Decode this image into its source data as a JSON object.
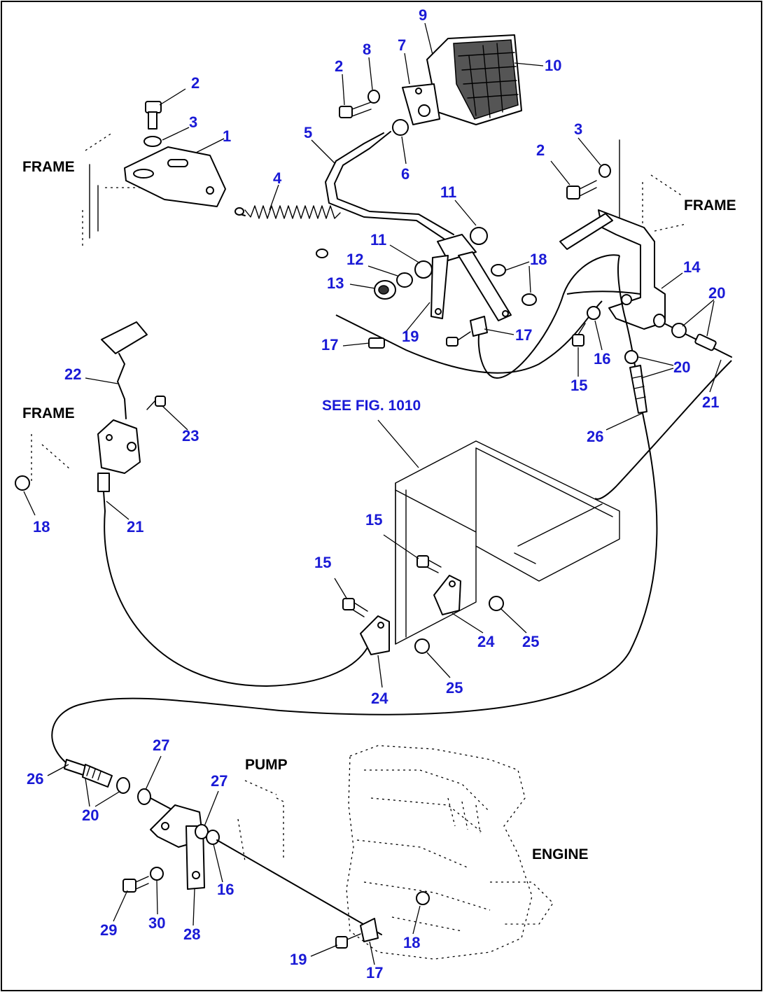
{
  "labels": {
    "frame": "FRAME",
    "pump": "PUMP",
    "engine": "ENGINE",
    "see_fig": "SEE FIG. 1010"
  },
  "callouts": [
    {
      "id": "c1",
      "text": "1"
    },
    {
      "id": "c2a",
      "text": "2"
    },
    {
      "id": "c3a",
      "text": "3"
    },
    {
      "id": "c4",
      "text": "4"
    },
    {
      "id": "c2b",
      "text": "2"
    },
    {
      "id": "c8",
      "text": "8"
    },
    {
      "id": "c7",
      "text": "7"
    },
    {
      "id": "c9",
      "text": "9"
    },
    {
      "id": "c10",
      "text": "10"
    },
    {
      "id": "c5",
      "text": "5"
    },
    {
      "id": "c6",
      "text": "6"
    },
    {
      "id": "c3b",
      "text": "3"
    },
    {
      "id": "c2c",
      "text": "2"
    },
    {
      "id": "c11a",
      "text": "11"
    },
    {
      "id": "c11b",
      "text": "11"
    },
    {
      "id": "c12",
      "text": "12"
    },
    {
      "id": "c13",
      "text": "13"
    },
    {
      "id": "c18a",
      "text": "18"
    },
    {
      "id": "c14",
      "text": "14"
    },
    {
      "id": "c20a",
      "text": "20"
    },
    {
      "id": "c17a",
      "text": "17"
    },
    {
      "id": "c19a",
      "text": "19"
    },
    {
      "id": "c17b",
      "text": "17"
    },
    {
      "id": "c16a",
      "text": "16"
    },
    {
      "id": "c15a",
      "text": "15"
    },
    {
      "id": "c20b",
      "text": "20"
    },
    {
      "id": "c21a",
      "text": "21"
    },
    {
      "id": "c26a",
      "text": "26"
    },
    {
      "id": "c22",
      "text": "22"
    },
    {
      "id": "c23",
      "text": "23"
    },
    {
      "id": "c18b",
      "text": "18"
    },
    {
      "id": "c21b",
      "text": "21"
    },
    {
      "id": "c15b",
      "text": "15"
    },
    {
      "id": "c15c",
      "text": "15"
    },
    {
      "id": "c24a",
      "text": "24"
    },
    {
      "id": "c25a",
      "text": "25"
    },
    {
      "id": "c24b",
      "text": "24"
    },
    {
      "id": "c25b",
      "text": "25"
    },
    {
      "id": "c26b",
      "text": "26"
    },
    {
      "id": "c27a",
      "text": "27"
    },
    {
      "id": "c20c",
      "text": "20"
    },
    {
      "id": "c27b",
      "text": "27"
    },
    {
      "id": "c16b",
      "text": "16"
    },
    {
      "id": "c29",
      "text": "29"
    },
    {
      "id": "c30",
      "text": "30"
    },
    {
      "id": "c28",
      "text": "28"
    },
    {
      "id": "c19b",
      "text": "19"
    },
    {
      "id": "c17c",
      "text": "17"
    },
    {
      "id": "c18c",
      "text": "18"
    }
  ]
}
